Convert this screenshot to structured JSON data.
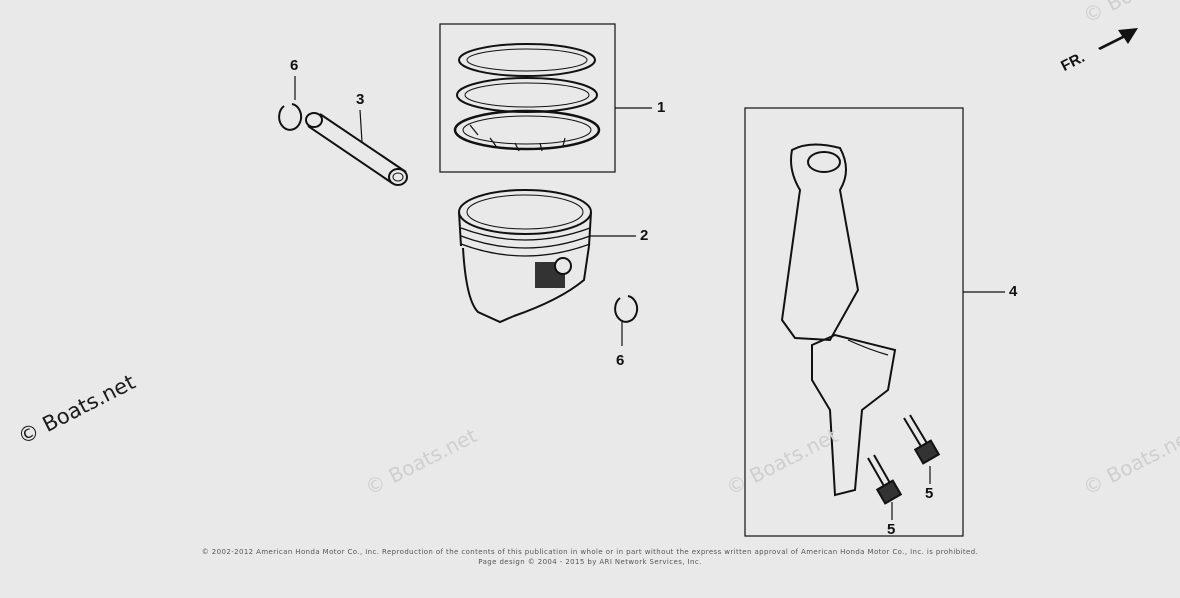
{
  "callouts": {
    "ring_set": "1",
    "piston": "2",
    "piston_pin": "3",
    "connecting_rod": "4",
    "bolt_a": "5",
    "bolt_b": "5",
    "clip_top": "6",
    "clip_bottom": "6"
  },
  "direction_label": "FR.",
  "brand": "© Boats.net",
  "watermarks": [
    "© Boats.net",
    "© Boats.net",
    "© Boats.net",
    "© Boats.net"
  ],
  "footer": {
    "line1": "© 2002-2012 American Honda Motor Co., Inc. Reproduction of the contents of this publication in whole or in part without the express written approval of American Honda Motor Co., Inc. is prohibited.",
    "line2": "Page design © 2004 - 2015 by ARI Network Services, Inc."
  },
  "colors": {
    "background": "#e9e9e9",
    "ink": "#111111",
    "watermark": "#cfcfcf"
  }
}
